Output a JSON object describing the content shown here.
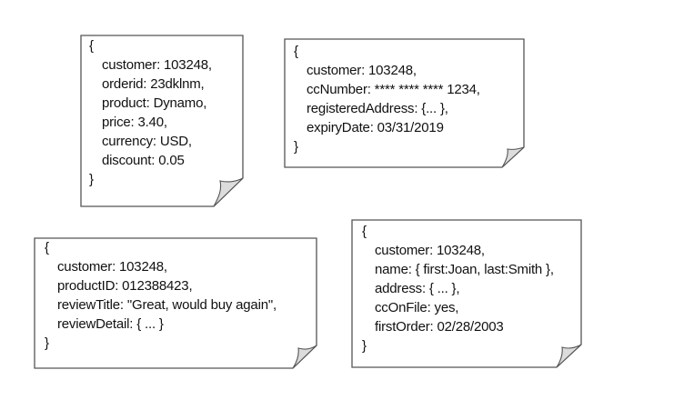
{
  "documents": [
    {
      "open_brace": "{",
      "lines": [
        "customer: 103248,",
        "orderid: 23dklnm,",
        "product: Dynamo,",
        "price: 3.40,",
        "currency: USD,",
        "discount: 0.05"
      ],
      "close_brace": "}"
    },
    {
      "open_brace": "{",
      "lines": [
        "customer: 103248,",
        "ccNumber: **** **** **** 1234,",
        "registeredAddress: {... },",
        "expiryDate: 03/31/2019"
      ],
      "close_brace": "}"
    },
    {
      "open_brace": "{",
      "lines": [
        "customer: 103248,",
        "productID: 012388423,",
        "reviewTitle: \"Great, would buy again\",",
        "reviewDetail: { ... }"
      ],
      "close_brace": "}"
    },
    {
      "open_brace": "{",
      "lines": [
        "customer: 103248,",
        "name: { first:Joan, last:Smith },",
        "address: { ... },",
        "ccOnFile: yes,",
        "firstOrder: 02/28/2003"
      ],
      "close_brace": "}"
    }
  ]
}
